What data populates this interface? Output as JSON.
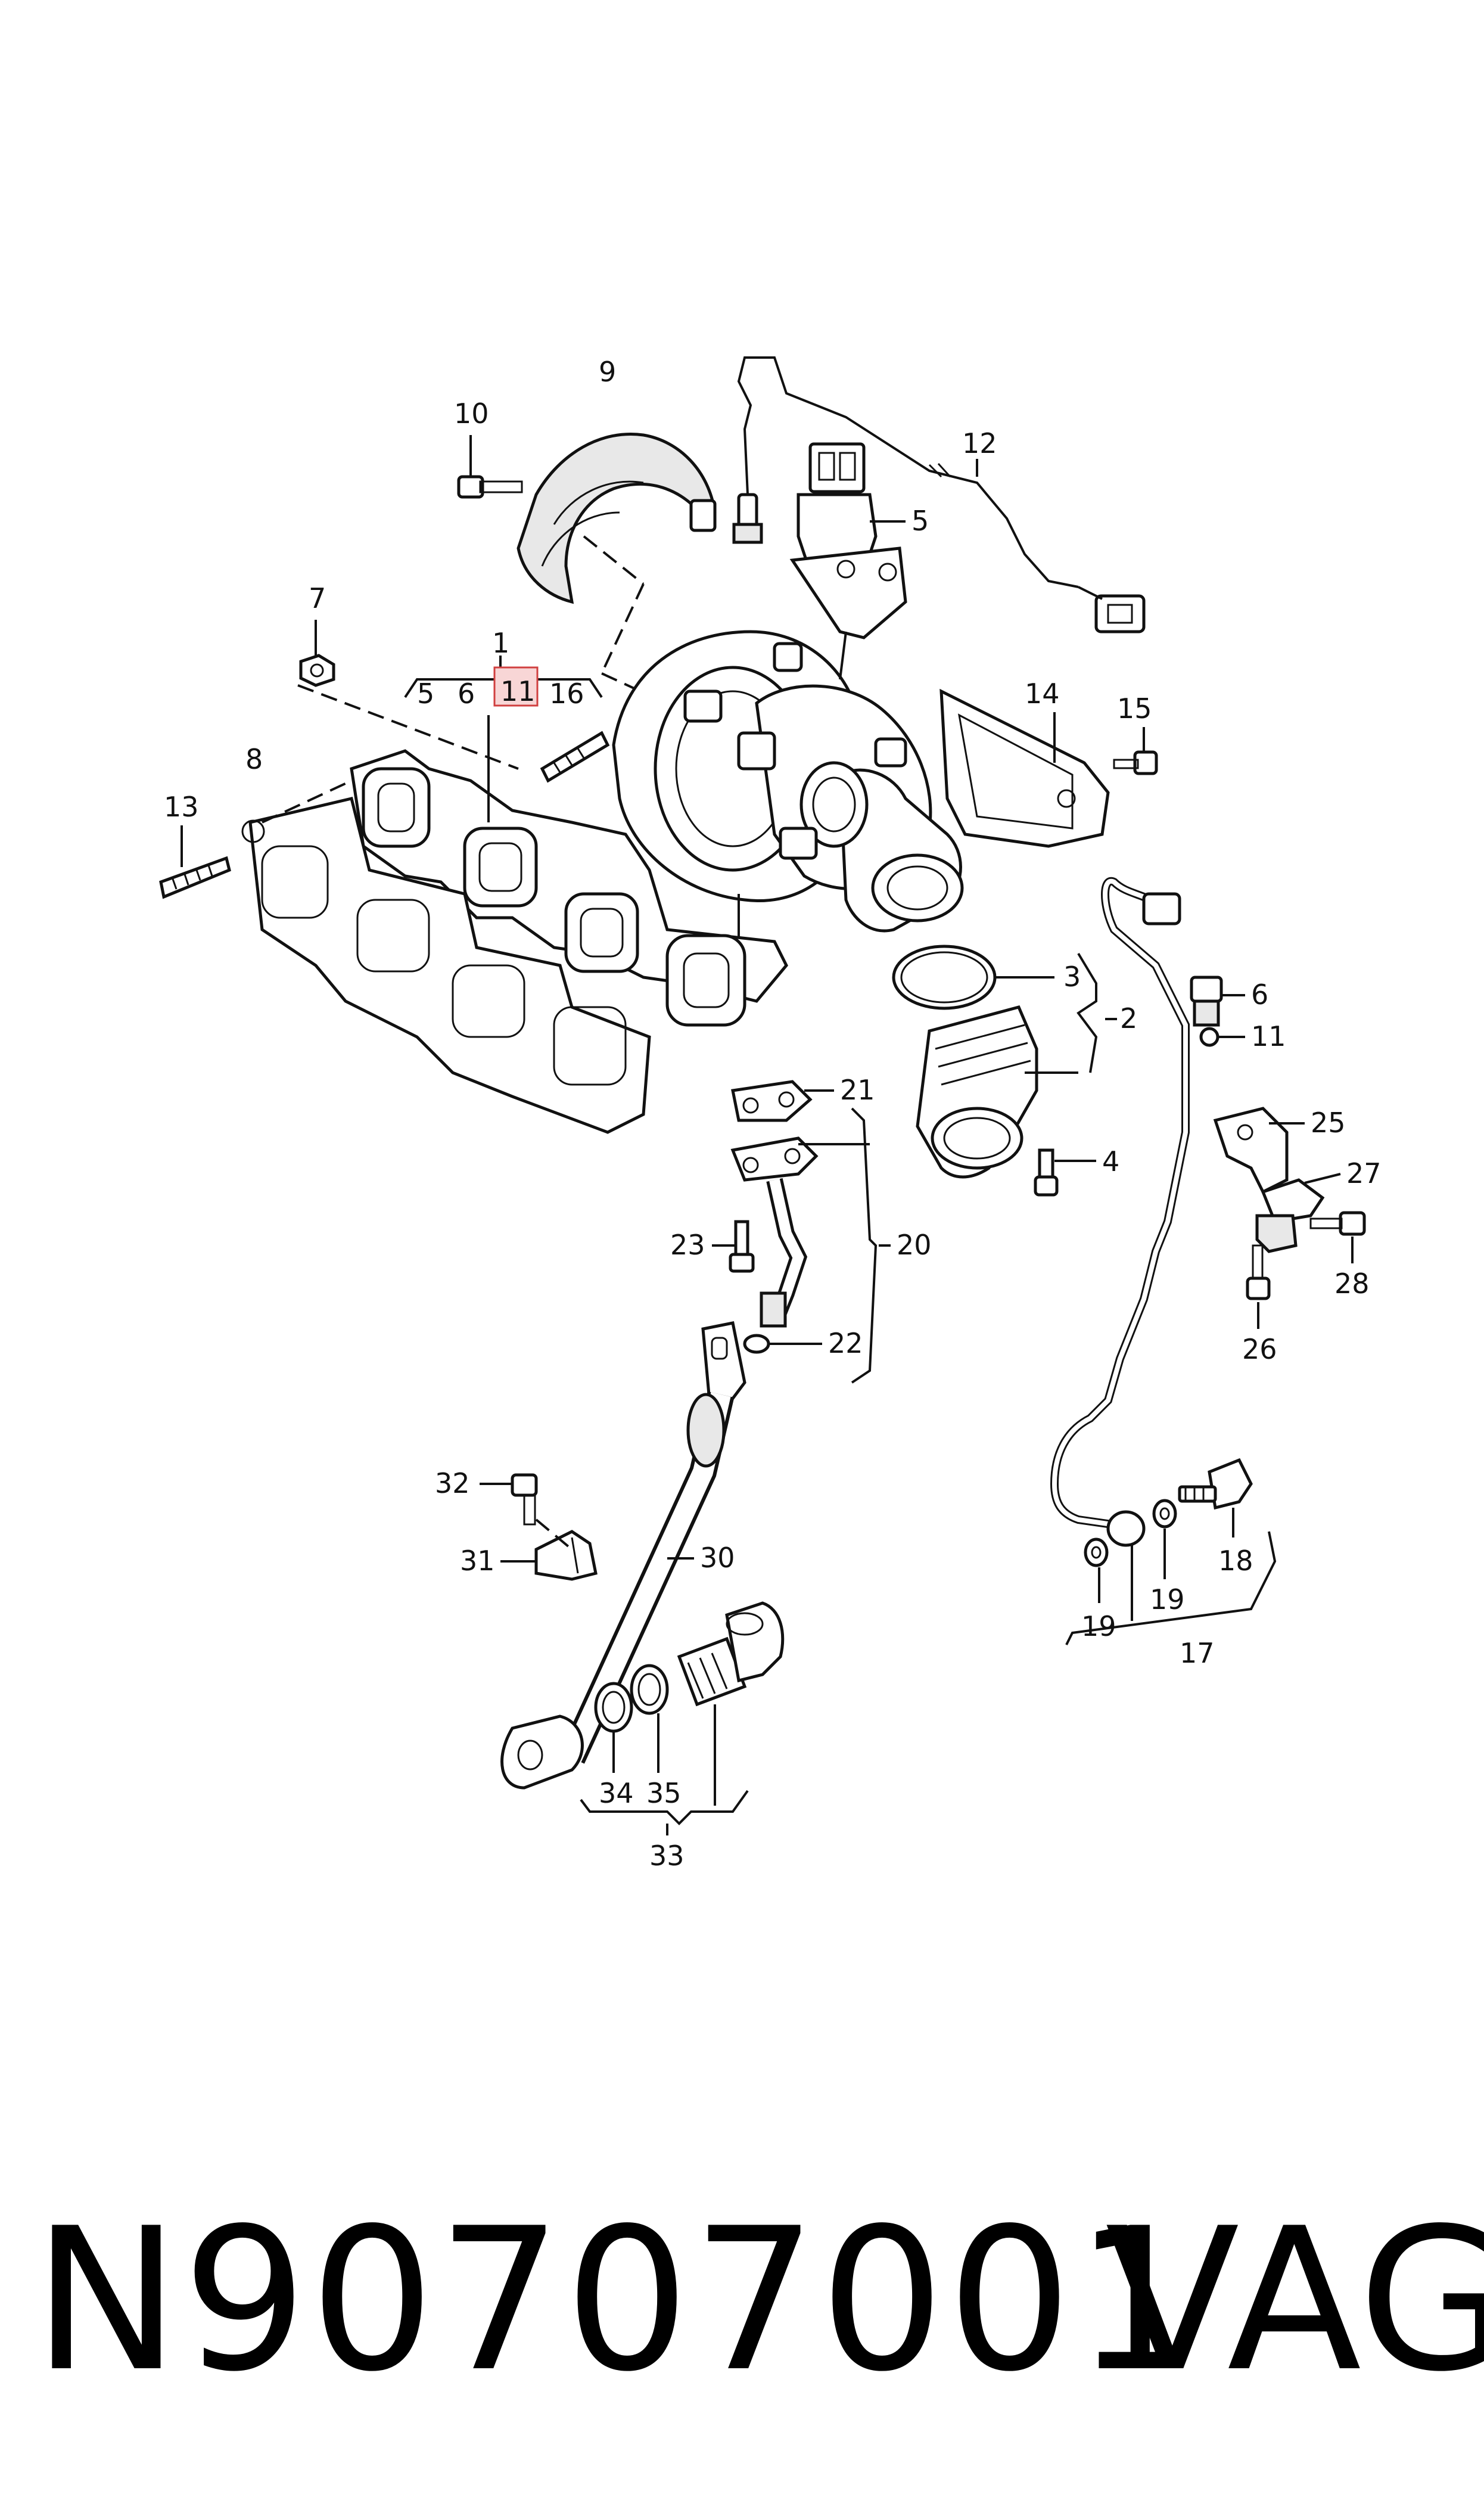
{
  "callouts": {
    "c1": "1",
    "c2": "2",
    "c3": "3",
    "c4": "4",
    "c5": "5",
    "c5b": "5",
    "c6": "6",
    "c6b": "6",
    "c7": "7",
    "c8": "8",
    "c9": "9",
    "c10": "10",
    "c11": "11",
    "c11b": "11",
    "c12": "12",
    "c13": "13",
    "c14": "14",
    "c15": "15",
    "c16": "16",
    "c17": "17",
    "c18": "18",
    "c19": "19",
    "c19b": "19",
    "c20": "20",
    "c21": "21",
    "c22": "22",
    "c23": "23",
    "c25": "25",
    "c26": "26",
    "c27": "27",
    "c28": "28",
    "c30": "30",
    "c31": "31",
    "c32": "32",
    "c33": "33",
    "c34": "34",
    "c35": "35"
  },
  "highlight": {
    "callout": "11",
    "color": "#d04040"
  },
  "footer": {
    "part_number": "N90707001",
    "brand": "VAG"
  }
}
